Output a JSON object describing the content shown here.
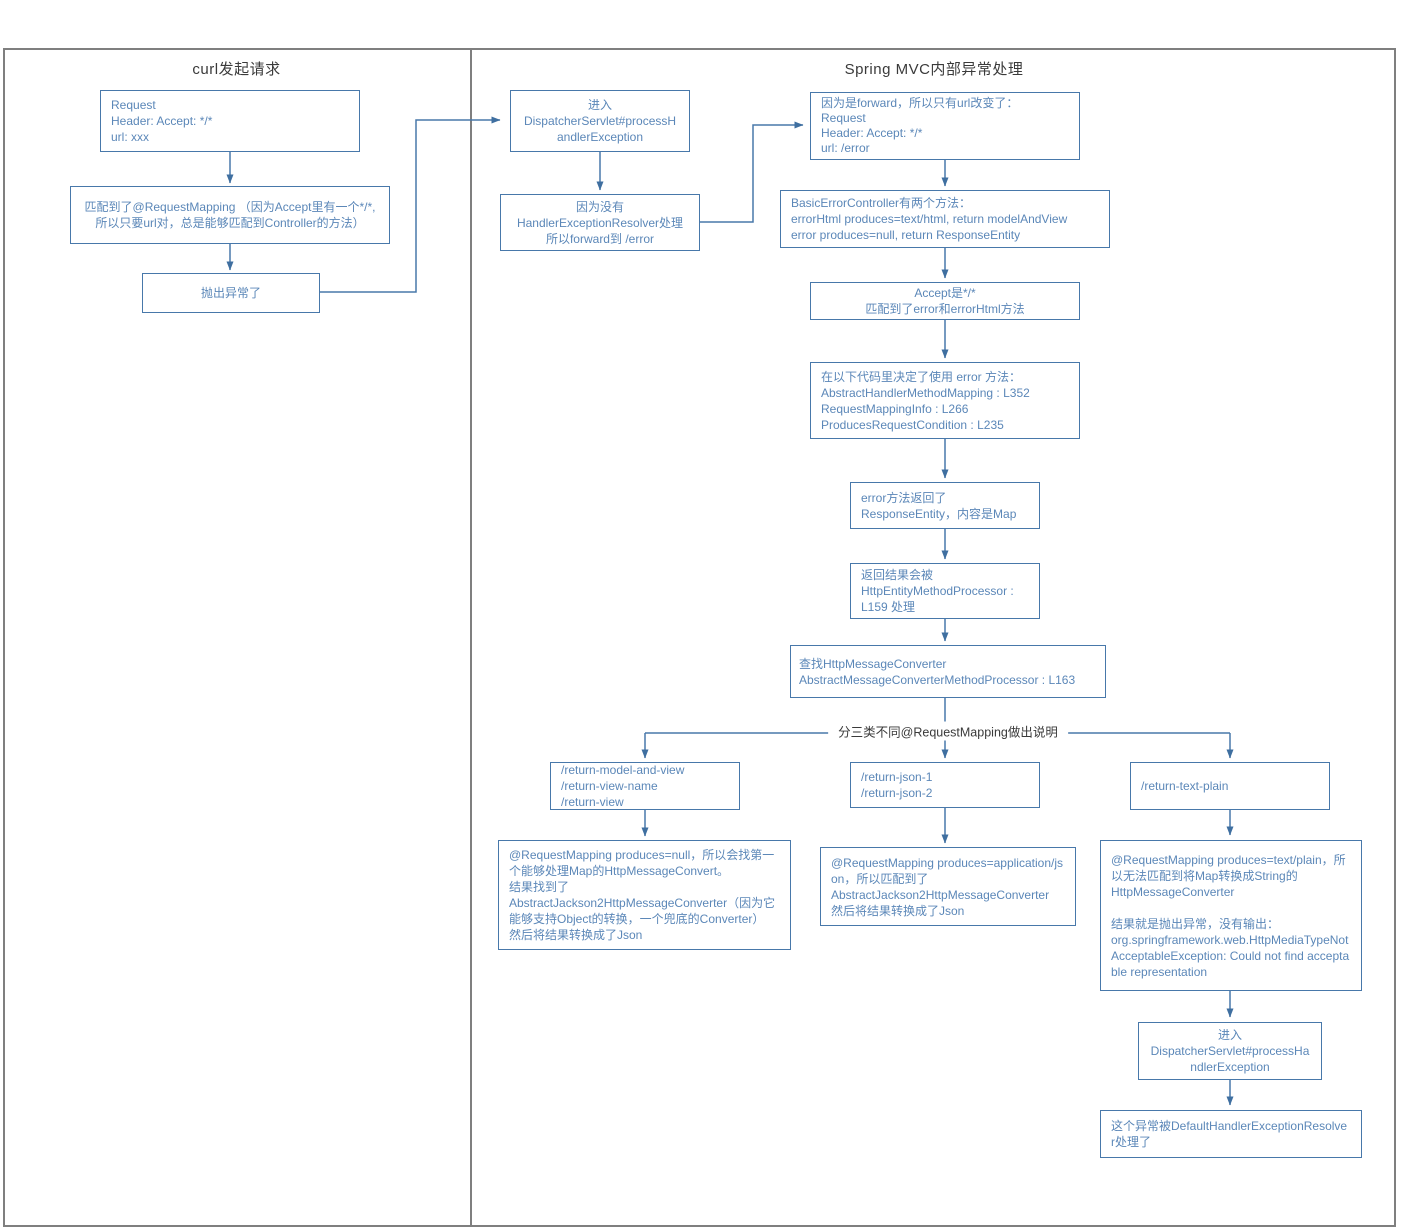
{
  "panels": {
    "left": {
      "title": "curl发起请求"
    },
    "right": {
      "title": "Spring MVC内部异常处理"
    }
  },
  "branch_label": "分三类不同@RequestMapping做出说明",
  "colors": {
    "box_border": "#4878aa",
    "box_text": "#5b87b8",
    "connector": "#4878aa",
    "frame": "#7f7f7f",
    "title_text": "#3a3a3a",
    "background": "#ffffff"
  },
  "nodes": {
    "l1": {
      "text": "Request\nHeader: Accept: */*\nurl: xxx"
    },
    "l2": {
      "text": "匹配到了@RequestMapping （因为Accept里有一个*/*,\n所以只要url对，总是能够匹配到Controller的方法）"
    },
    "l3": {
      "text": "抛出异常了"
    },
    "m1": {
      "text": "进入\nDispatcherServlet#processHandlerException"
    },
    "m2": {
      "text": "因为没有\nHandlerExceptionResolver处理\n所以forward到 /error"
    },
    "r1": {
      "text": "因为是forward，所以只有url改变了：\nRequest\nHeader: Accept: */*\nurl: /error"
    },
    "r2": {
      "text": "BasicErrorController有两个方法：\nerrorHtml produces=text/html, return modelAndView\nerror produces=null, return ResponseEntity"
    },
    "r3": {
      "text": "Accept是*/*\n匹配到了error和errorHtml方法"
    },
    "r4": {
      "text": "在以下代码里决定了使用 error 方法：\nAbstractHandlerMethodMapping : L352\nRequestMappingInfo : L266\nProducesRequestCondition : L235"
    },
    "r5": {
      "text": "error方法返回了\nResponseEntity，内容是Map"
    },
    "r6": {
      "text": "返回结果会被\nHttpEntityMethodProcessor :\nL159 处理"
    },
    "r7": {
      "text": "查找HttpMessageConverter\nAbstractMessageConverterMethodProcessor : L163"
    },
    "b1": {
      "text": "/return-model-and-view\n/return-view-name\n/return-view"
    },
    "b2": {
      "text": "/return-json-1\n/return-json-2"
    },
    "b3": {
      "text": "/return-text-plain"
    },
    "e1": {
      "text": "@RequestMapping produces=null，所以会找第一个能够处理Map的HttpMessageConvert。\n结果找到了\nAbstractJackson2HttpMessageConverter（因为它能够支持Object的转换，一个兜底的Converter）\n然后将结果转换成了Json"
    },
    "e2": {
      "text": "@RequestMapping produces=application/json，所以匹配到了\nAbstractJackson2HttpMessageConverter\n然后将结果转换成了Json"
    },
    "e3": {
      "text": "@RequestMapping produces=text/plain，所以无法匹配到将Map转换成String的\nHttpMessageConverter\n\n结果就是抛出异常，没有输出：\norg.springframework.web.HttpMediaTypeNotAcceptableException: Could not find acceptable representation"
    },
    "r8": {
      "text": "进入\nDispatcherServlet#processHandlerException"
    },
    "r9": {
      "text": "这个异常被DefaultHandlerExceptionResolver处理了"
    }
  }
}
